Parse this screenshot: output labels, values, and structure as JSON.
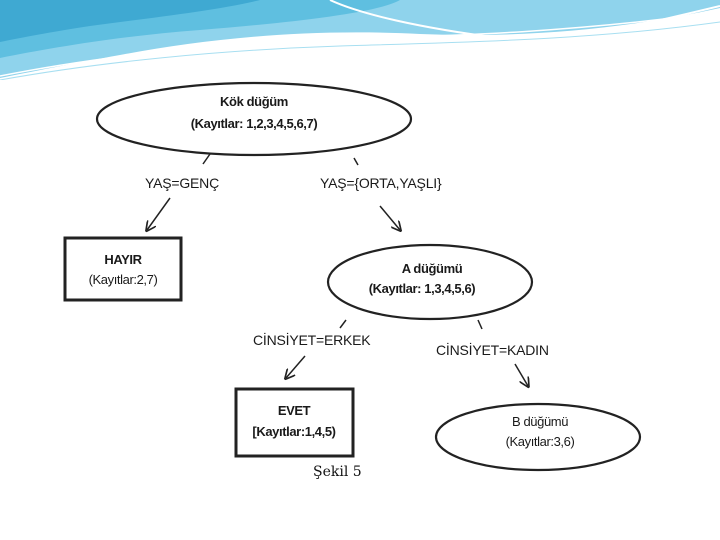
{
  "slide": {
    "caption": "Şekil 5",
    "theme_colors": {
      "wave_light": "#bfe6f4",
      "wave_mid": "#7ccde8",
      "wave_dark": "#3fa9d2",
      "line": "#222222"
    }
  },
  "tree": {
    "root": {
      "title": "Kök düğüm",
      "records": "(Kayıtlar: 1,2,3,4,5,6,7)",
      "shape": "ellipse"
    },
    "leaf_hayir": {
      "title": "HAYIR",
      "records": "(Kayıtlar:2,7)",
      "shape": "rectangle"
    },
    "node_a": {
      "title": "A düğümü",
      "records": "(Kayıtlar: 1,3,4,5,6)",
      "shape": "ellipse"
    },
    "leaf_evet": {
      "title": "EVET",
      "records": "[Kayıtlar:1,4,5)",
      "shape": "rectangle"
    },
    "node_b": {
      "title": "B düğümü",
      "records": "(Kayıtlar:3,6)",
      "shape": "ellipse"
    },
    "edges": {
      "root_to_hayir": "YAŞ=GENÇ",
      "root_to_a": "YAŞ={ORTA,YAŞLI}",
      "a_to_evet": "CİNSİYET=ERKEK",
      "a_to_b": "CİNSİYET=KADIN"
    }
  }
}
